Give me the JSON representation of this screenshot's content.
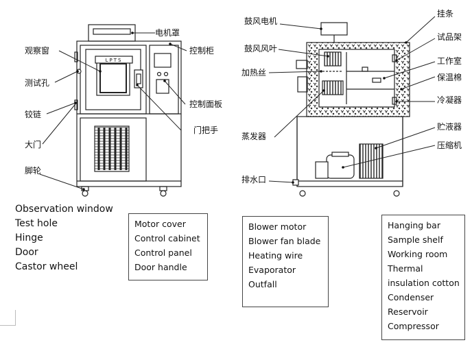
{
  "labels": {
    "observation_window": "观察窗",
    "test_hole": "测试孔",
    "hinge": "铰链",
    "door": "大门",
    "castor": "脚轮",
    "motor_cover": "电机罩",
    "control_cabinet": "控制柜",
    "control_panel": "控制面板",
    "door_handle": "门把手",
    "blower_motor": "鼓风电机",
    "blower_fan_blade": "鼓风风叶",
    "heating_wire": "加热丝",
    "evaporator": "蒸发器",
    "outfall": "排水口",
    "hanging_bar": "挂条",
    "sample_shelf": "试品架",
    "working_room": "工作室",
    "insulation": "保温棉",
    "condenser": "冷凝器",
    "reservoir": "贮液器",
    "compressor": "压缩机",
    "brand_plate": "LPTS"
  },
  "legend_plain": [
    "Observation window",
    "Test hole",
    "Hinge",
    "Door",
    "Castor wheel"
  ],
  "legend_box1": [
    "Motor cover",
    "Control cabinet",
    "Control panel",
    "Door handle"
  ],
  "legend_box2": [
    "Blower motor",
    "Blower fan blade",
    "Heating wire",
    "Evaporator",
    "Outfall"
  ],
  "legend_box3": [
    "Hanging bar",
    "Sample shelf",
    "Working room",
    "Thermal insulation cotton",
    "Condenser",
    "Reservoir",
    "Compressor"
  ]
}
